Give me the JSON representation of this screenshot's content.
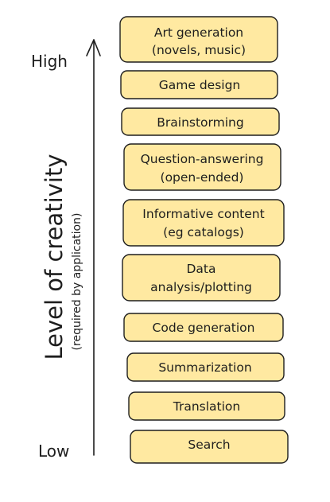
{
  "axis": {
    "title": "Level of creativity",
    "subtitle": "(required by application)",
    "high_label": "High",
    "low_label": "Low"
  },
  "applications": [
    {
      "lines": [
        "Art generation",
        "(novels, music)"
      ]
    },
    {
      "lines": [
        "Game design"
      ]
    },
    {
      "lines": [
        "Brainstorming"
      ]
    },
    {
      "lines": [
        "Question-answering",
        "(open-ended)"
      ]
    },
    {
      "lines": [
        "Informative content",
        "(eg catalogs)"
      ]
    },
    {
      "lines": [
        "Data",
        "analysis/plotting"
      ]
    },
    {
      "lines": [
        "Code generation"
      ]
    },
    {
      "lines": [
        "Summarization"
      ]
    },
    {
      "lines": [
        "Translation"
      ]
    },
    {
      "lines": [
        "Search"
      ]
    }
  ],
  "colors": {
    "box_fill": "#ffe9a1",
    "stroke": "#1e1e1e"
  }
}
